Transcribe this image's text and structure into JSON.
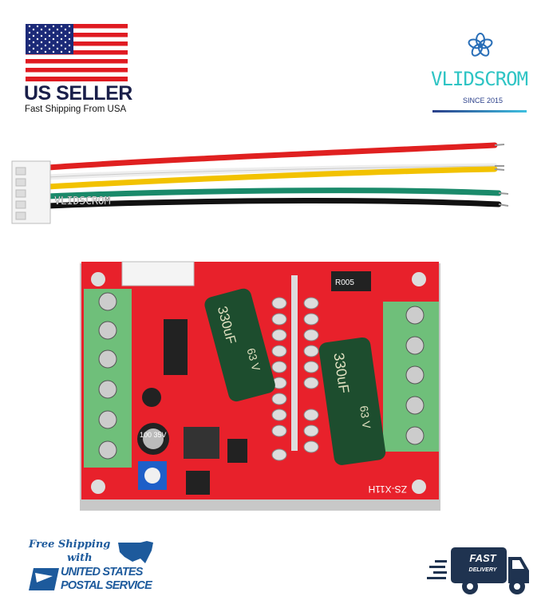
{
  "badges": {
    "us_seller": "US SELLER",
    "fast_shipping": "Fast Shipping From USA",
    "brand": "VLIDSCROM",
    "since": "SINCE 2015",
    "free_shipping": "Free Shipping",
    "with": "with",
    "usps_line1": "UNITED STATES",
    "usps_line2": "POSTAL SERVICE",
    "fast": "FAST",
    "delivery": "DELIVERY"
  },
  "product": {
    "watermark": "VLIDSCROM",
    "capacitor_label": "330uF",
    "capacitor_voltage": "63 V",
    "resistor_label": "R005",
    "small_cap_label": "100 35V",
    "board_label": "ZS-X11H",
    "wire_colors": [
      "#e02020",
      "#f4f4f4",
      "#f2c200",
      "#1a8a6a",
      "#111111"
    ],
    "pcb_color": "#e8212b",
    "terminal_color": "#6fbf7a"
  }
}
